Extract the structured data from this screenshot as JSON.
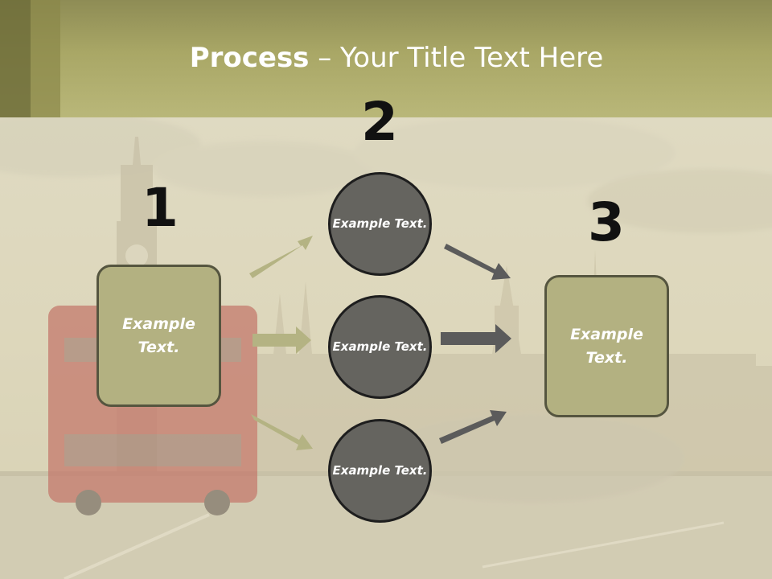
{
  "title": {
    "bold": "Process",
    "rest": " – Your Title Text Here"
  },
  "steps": [
    {
      "number": "1",
      "text": "Example Text."
    },
    {
      "number": "2"
    },
    {
      "number": "3",
      "text": "Example Text."
    }
  ],
  "circles": [
    {
      "text": "Example Text."
    },
    {
      "text": "Example Text."
    },
    {
      "text": "Example Text."
    }
  ],
  "colors": {
    "header": "#b3b178",
    "box_fill": "#b3b181",
    "circle_fill": "#65645f",
    "left_arrow": "#b4b383",
    "right_arrow": "#5b5b5b"
  }
}
